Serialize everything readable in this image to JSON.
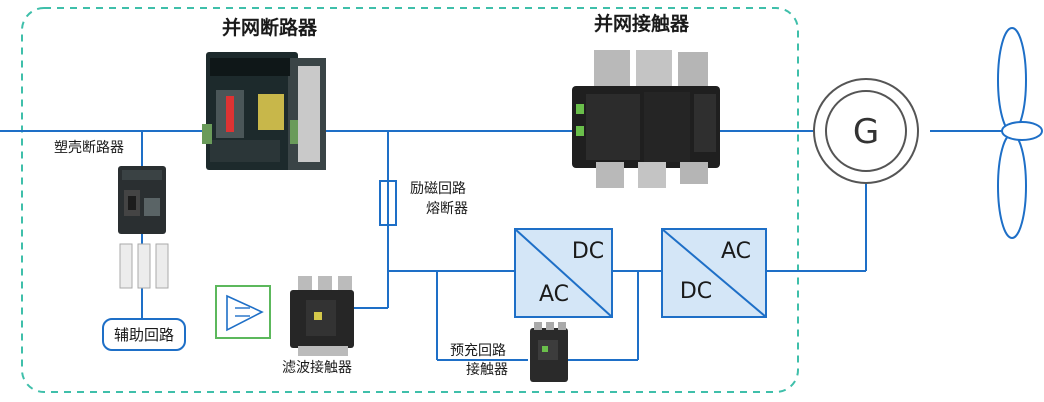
{
  "labels": {
    "grid_breaker": "并网断路器",
    "grid_contactor": "并网接触器",
    "mccb": "塑壳断路器",
    "aux_circuit": "辅助回路",
    "excitation_fuse_line1": "励磁回路",
    "excitation_fuse_line2": "熔断器",
    "filter_contactor": "滤波接触器",
    "precharge_line1": "预充回路",
    "precharge_line2": "接触器",
    "generator_symbol": "G"
  },
  "converters": [
    {
      "top_text": "DC",
      "bottom_text": "AC"
    },
    {
      "top_text": "AC",
      "bottom_text": "DC"
    }
  ],
  "colors": {
    "line": "#1e6fc7",
    "dashed_border": "#3fbfaa",
    "converter_fill": "#d4e6f7",
    "converter_edge": "#1e6fc7",
    "filter_border": "#5cb85c"
  }
}
